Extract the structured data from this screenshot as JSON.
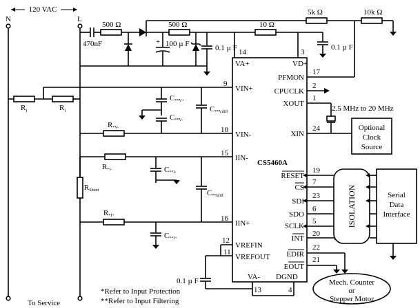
{
  "mains": {
    "label": "120 VAC",
    "n": "N",
    "l": "L",
    "bottom": "To Service"
  },
  "top_chain": {
    "cap": "470nF",
    "r1": "500 Ω",
    "r2": "500 Ω",
    "cap_100": "100 µ F",
    "cap_01a": "0.1 µ F",
    "r10": "10 Ω",
    "cap_01b": "0.1 µ F",
    "plus": "+"
  },
  "pullups": {
    "r5k": "5k Ω",
    "r10k": "10k Ω"
  },
  "inputs": {
    "ri1": "R",
    "ri1_sub": "i",
    "ri2": "R",
    "ri2_sub": "i",
    "rv": "R",
    "rv_sub": "*V-",
    "ri3": "R",
    "ri3_sub": "*I-",
    "ri4": "R",
    "ri4_sub": "*I+",
    "rshunt": "R",
    "rshunt_sub": "Shunt",
    "cv1": "C",
    "cv1_sub": "**V+",
    "cv2": "C",
    "cv2_sub": "**V-",
    "cvdiff": "C",
    "cvdiff_sub": "**Vdiff",
    "ci1": "C",
    "ci1_sub": "**I-",
    "cidiff": "C",
    "cidiff_sub": "**Idiff",
    "ci2": "C",
    "ci2_sub": "**I+"
  },
  "chip": {
    "name": "CS5460A",
    "pins": {
      "va_plus": "VA+",
      "vd_plus": "VD+",
      "vin_plus": "VIN+",
      "vin_minus": "VIN-",
      "iin_minus": "IIN-",
      "iin_plus": "IIN+",
      "vrefin": "VREFIN",
      "vrefout": "VREFOUT",
      "va_minus": "VA-",
      "dgnd": "DGND",
      "pfmon": "PFMON",
      "cpuclk": "CPUCLK",
      "xout": "XOUT",
      "xin": "XIN",
      "reset": "RESET",
      "cs": "CS",
      "sdi": "SDI",
      "sdo": "SDO",
      "sclk": "SCLK",
      "int": "INT",
      "edir": "EDIR",
      "eout": "EOUT"
    },
    "numbers": {
      "va_plus": "14",
      "vd_plus": "3",
      "vin_plus": "9",
      "vin_minus": "10",
      "iin_minus": "15",
      "iin_plus": "16",
      "vrefin": "12",
      "vrefout": "11",
      "va_minus": "13",
      "dgnd": "4",
      "pfmon": "17",
      "cpuclk": "2",
      "xout": "1",
      "xin": "24",
      "reset": "19",
      "cs": "7",
      "sdi": "23",
      "sdo": "6",
      "sclk": "5",
      "int": "20",
      "edir": "22",
      "eout": "21"
    }
  },
  "clock": {
    "freq": "2.5 MHz to 20 MHz",
    "source_l1": "Optional",
    "source_l2": "Clock",
    "source_l3": "Source"
  },
  "isolation": "ISOLATION",
  "serial": {
    "l1": "Serial",
    "l2": "Data",
    "l3": "Interface"
  },
  "vref_cap": "0.1 µ F",
  "motor": {
    "l1": "Mech. Counter",
    "l2": "or",
    "l3": "Stepper Motor"
  },
  "notes": {
    "n1": "*Refer to Input Protection",
    "n2": "**Refer to Input Filtering"
  }
}
